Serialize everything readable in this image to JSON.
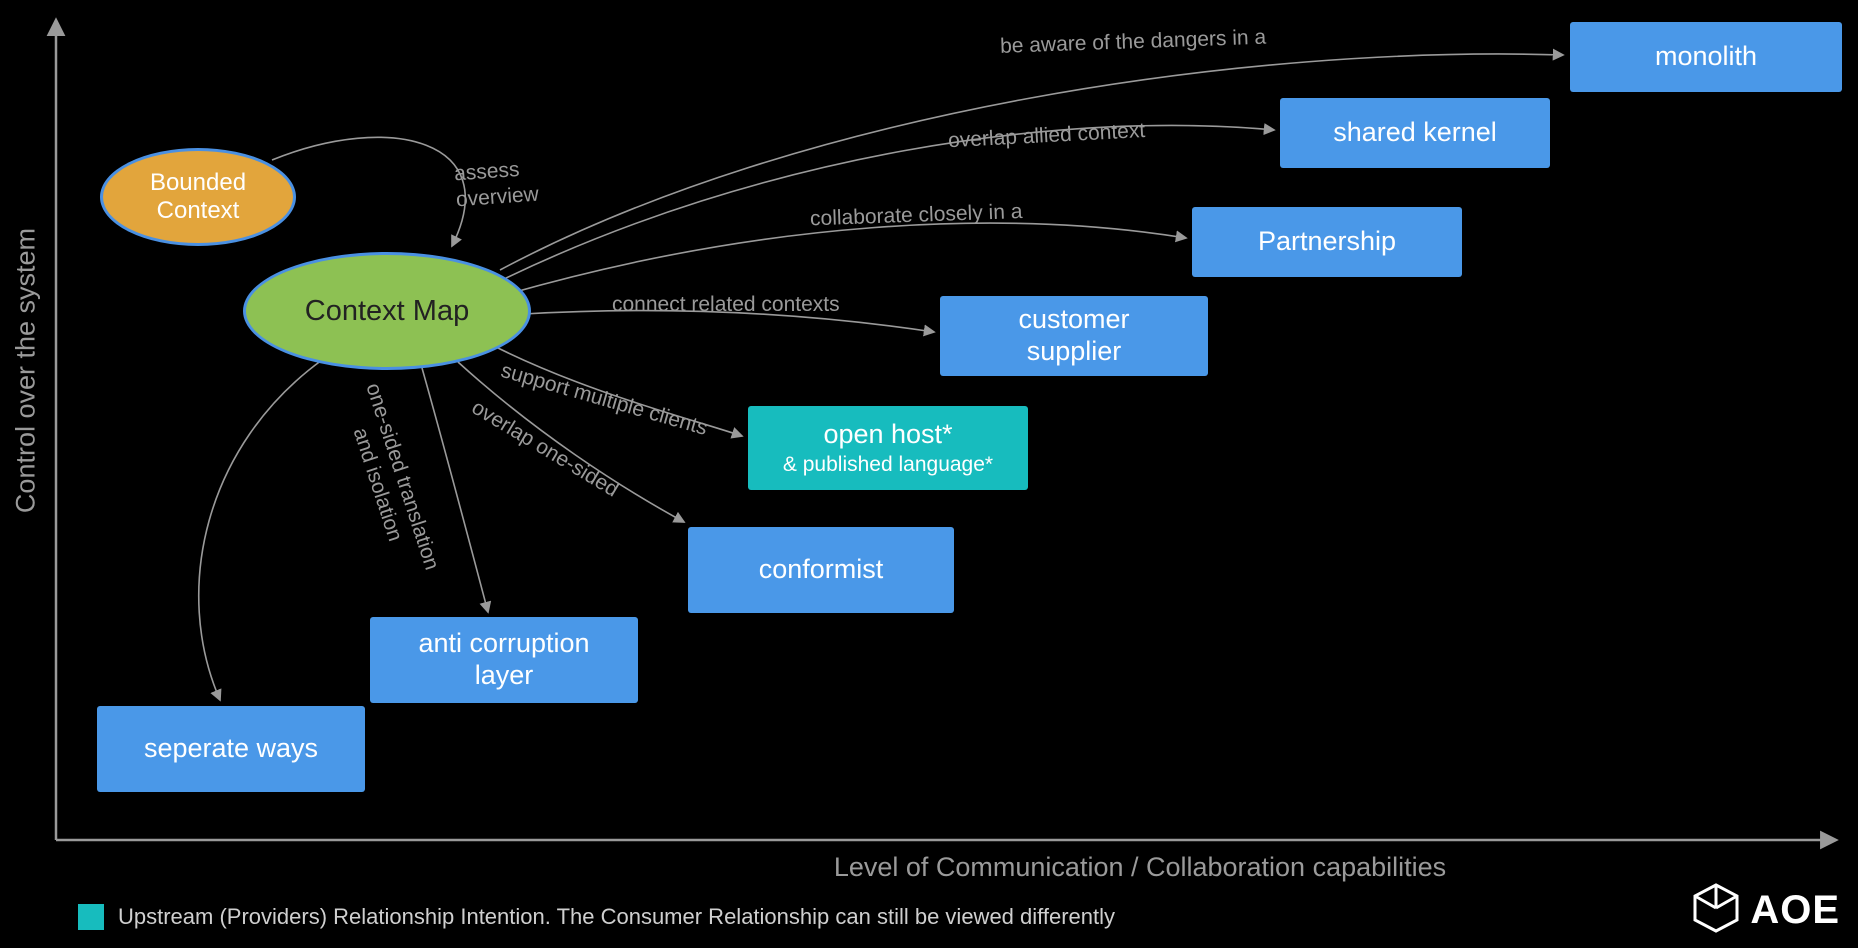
{
  "axes": {
    "y_label": "Control over the system",
    "x_label": "Level of Communication / Collaboration capabilities"
  },
  "nodes": {
    "bounded_context": {
      "label": "Bounded Context",
      "fill": "#E2A53C"
    },
    "context_map": {
      "label": "Context Map",
      "fill": "#8DC153"
    },
    "monolith": {
      "label": "monolith"
    },
    "shared_kernel": {
      "label": "shared kernel"
    },
    "partnership": {
      "label": "Partnership"
    },
    "customer_supplier": {
      "label": "customer supplier"
    },
    "open_host": {
      "label": "open host*",
      "sublabel": "& published language*",
      "fill": "#17BCBE"
    },
    "conformist": {
      "label": "conformist"
    },
    "anti_corruption_layer": {
      "label": "anti corruption layer"
    },
    "seperate_ways": {
      "label": "seperate ways"
    }
  },
  "edge_labels": {
    "assess_overview": "assess overview",
    "monolith": "be aware of the dangers in a",
    "shared_kernel": "overlap allied context",
    "partnership": "collaborate closely in a",
    "customer_supplier": "connect related contexts",
    "open_host": "support multiple clients",
    "conformist": "overlap one-sided",
    "anti_corruption_layer": "one-sided translation and isolation"
  },
  "legend": {
    "text": "Upstream (Providers) Relationship Intention. The Consumer Relationship can still be viewed differently",
    "swatch_color": "#17BCBE"
  },
  "branding": {
    "logo_text": "AOE"
  },
  "colors": {
    "background": "#000000",
    "box_blue": "#4A98E8",
    "box_teal": "#17BCBE",
    "ellipse_orange": "#E2A53C",
    "ellipse_green": "#8DC153",
    "ellipse_border_blue": "#4A90E2",
    "arrow_gray": "#9a9a9a",
    "node_text": "#ffffff"
  }
}
